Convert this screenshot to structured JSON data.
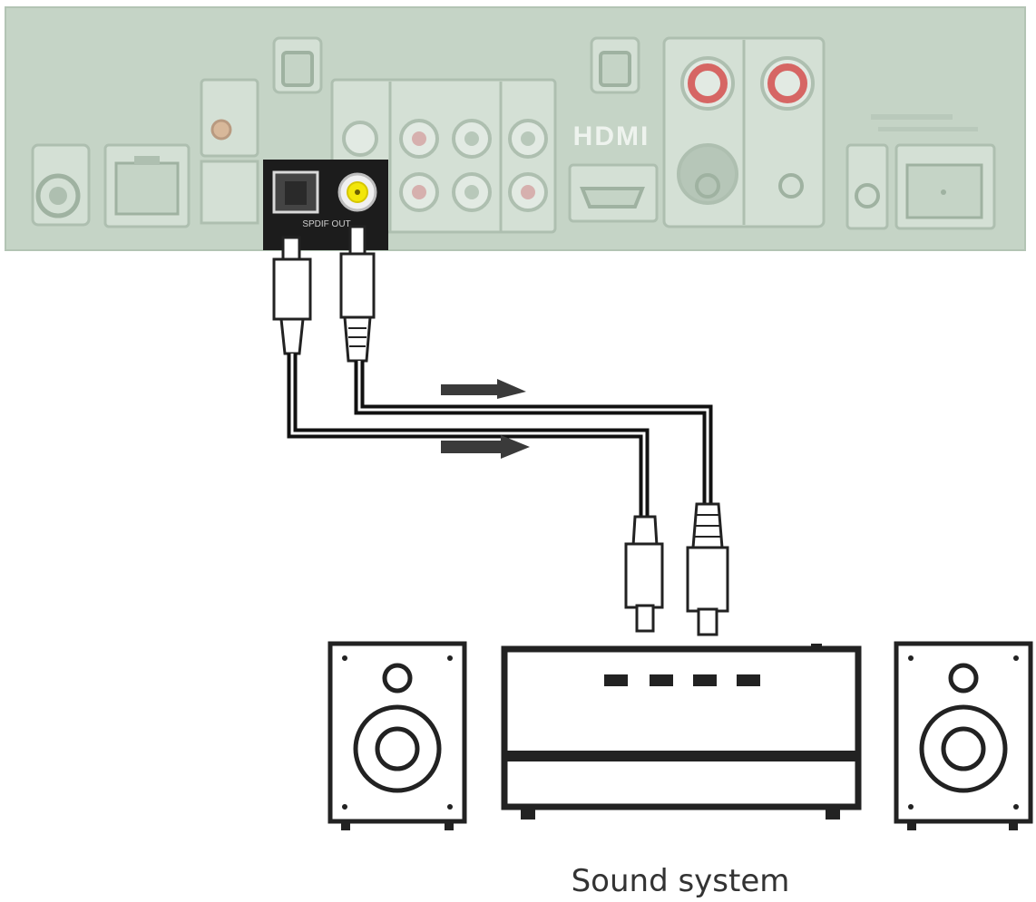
{
  "device_panel": {
    "hdmi_label": "HDMI",
    "spdif_label": "SPDIF OUT"
  },
  "connections": [
    {
      "name": "optical-cable",
      "from": "SPDIF OUT optical",
      "to": "sound system optical in"
    },
    {
      "name": "coaxial-cable",
      "from": "SPDIF OUT coaxial",
      "to": "sound system coaxial in"
    }
  ],
  "caption": "Sound system",
  "colors": {
    "panel": "#c5d4c6",
    "panel_edge": "#aebfb0",
    "spdif_block": "#1c1c1c",
    "coax_center": "#f2e60a",
    "cable": "#111111",
    "arrow": "#3a3a3a",
    "speaker_terminal": "#d23a3a"
  }
}
